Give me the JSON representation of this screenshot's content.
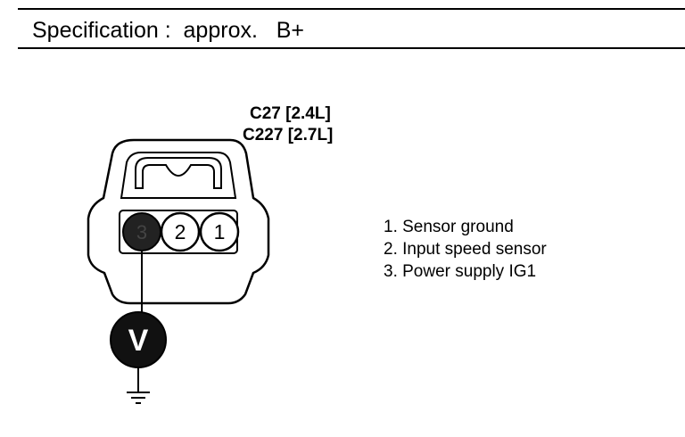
{
  "spec": {
    "text": "Specification :  approx.   B+"
  },
  "connector": {
    "label_line1": "C27 [2.4L]",
    "label_line2": "C227 [2.7L]",
    "pins": [
      {
        "number": "3",
        "highlighted": true
      },
      {
        "number": "2",
        "highlighted": false
      },
      {
        "number": "1",
        "highlighted": false
      }
    ]
  },
  "meter": {
    "symbol": "V",
    "icon": "voltmeter-icon"
  },
  "ground": {
    "icon": "ground-icon"
  },
  "legend": {
    "items": [
      "1. Sensor ground",
      "2. Input speed sensor",
      "3. Power supply IG1"
    ]
  },
  "colors": {
    "ink": "#000000",
    "paper": "#ffffff",
    "pin_highlight": "#222222"
  }
}
